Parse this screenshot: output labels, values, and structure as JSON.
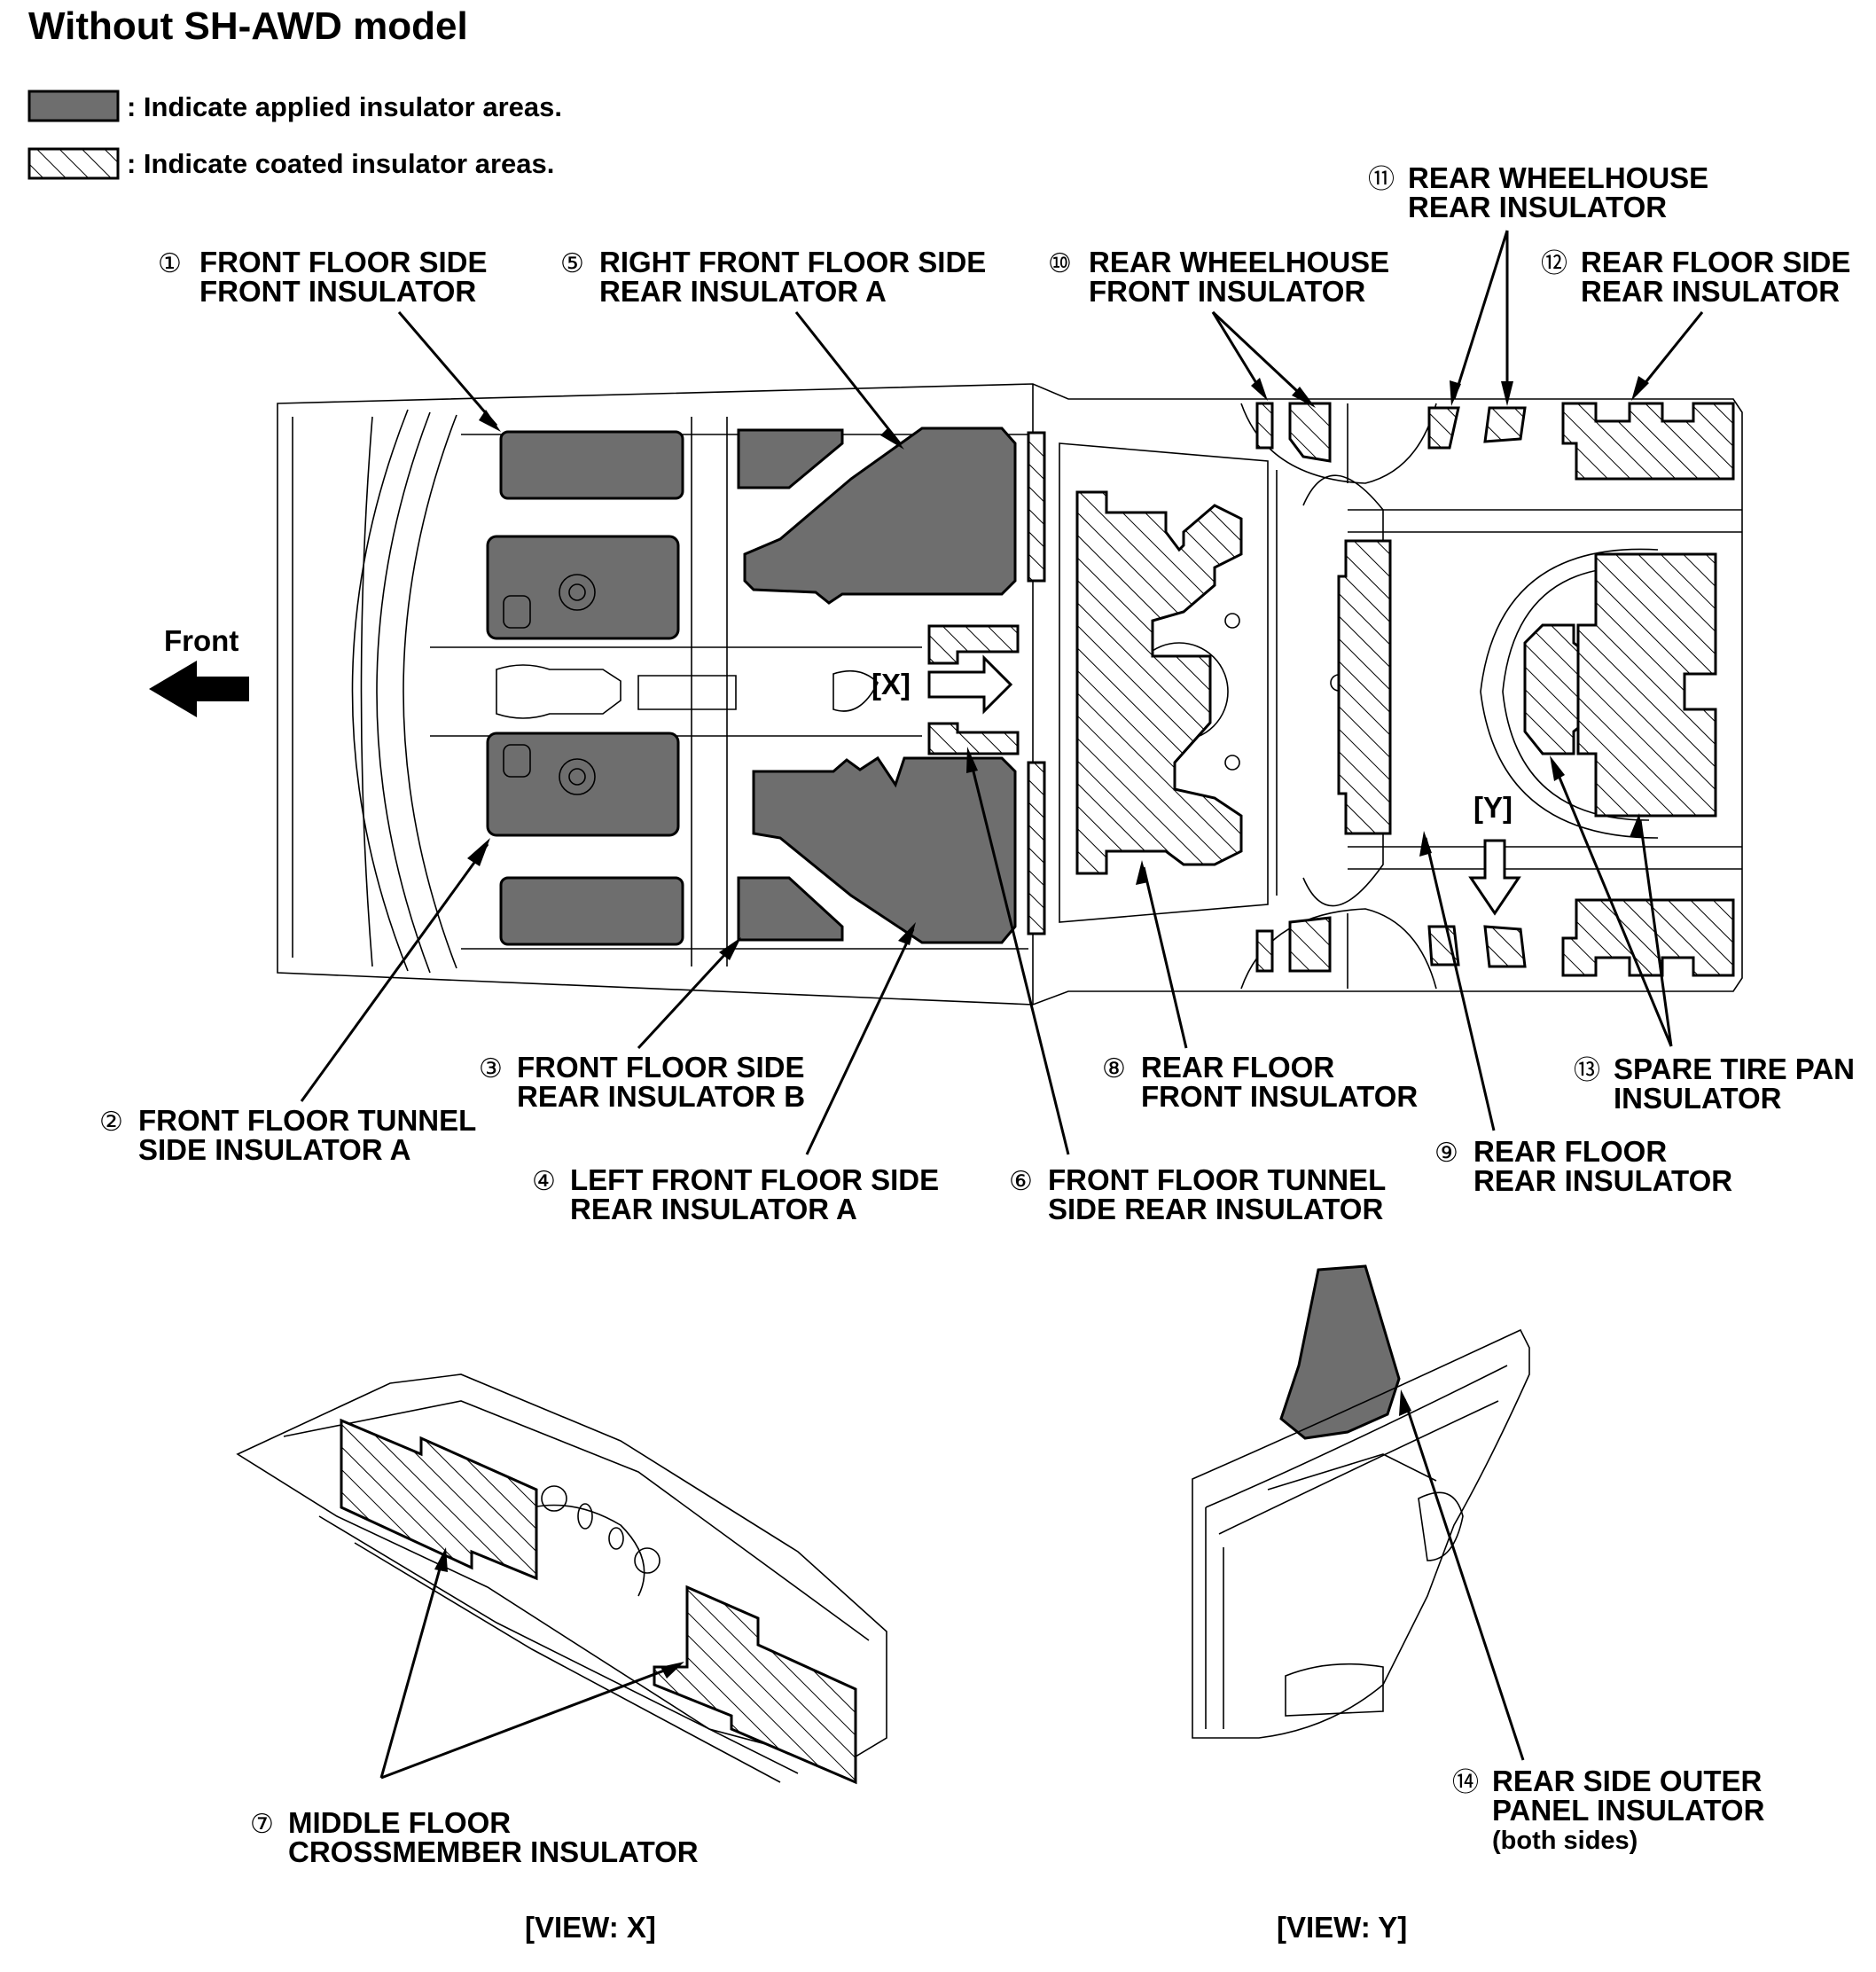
{
  "title": "Without SH-AWD model",
  "legend": {
    "applied": ": Indicate applied insulator areas.",
    "coated": ": Indicate coated insulator areas."
  },
  "direction_label": "Front",
  "markers": {
    "x": "[X]",
    "y": "[Y]"
  },
  "callouts": [
    {
      "num": "①",
      "line1": "FRONT FLOOR SIDE",
      "line2": "FRONT INSULATOR"
    },
    {
      "num": "②",
      "line1": "FRONT FLOOR TUNNEL",
      "line2": "SIDE INSULATOR A"
    },
    {
      "num": "③",
      "line1": "FRONT FLOOR SIDE",
      "line2": "REAR INSULATOR B"
    },
    {
      "num": "④",
      "line1": "LEFT FRONT FLOOR SIDE",
      "line2": "REAR INSULATOR A"
    },
    {
      "num": "⑤",
      "line1": "RIGHT FRONT FLOOR SIDE",
      "line2": "REAR INSULATOR A"
    },
    {
      "num": "⑥",
      "line1": "FRONT FLOOR TUNNEL",
      "line2": "SIDE REAR INSULATOR"
    },
    {
      "num": "⑦",
      "line1": "MIDDLE FLOOR",
      "line2": "CROSSMEMBER INSULATOR"
    },
    {
      "num": "⑧",
      "line1": "REAR FLOOR",
      "line2": "FRONT INSULATOR"
    },
    {
      "num": "⑨",
      "line1": "REAR FLOOR",
      "line2": "REAR INSULATOR"
    },
    {
      "num": "⑩",
      "line1": "REAR WHEELHOUSE",
      "line2": "FRONT INSULATOR"
    },
    {
      "num": "⑪",
      "line1": "REAR WHEELHOUSE",
      "line2": "REAR INSULATOR"
    },
    {
      "num": "⑫",
      "line1": "REAR FLOOR SIDE",
      "line2": "REAR INSULATOR"
    },
    {
      "num": "⑬",
      "line1": "SPARE TIRE PAN",
      "line2": "INSULATOR"
    },
    {
      "num": "⑭",
      "line1": "REAR SIDE OUTER",
      "line2": "PANEL INSULATOR",
      "line3": "(both sides)"
    }
  ],
  "views": {
    "x": "[VIEW: X]",
    "y": "[VIEW: Y]"
  },
  "colors": {
    "applied_fill": "#6e6e6e",
    "line": "#000000"
  }
}
